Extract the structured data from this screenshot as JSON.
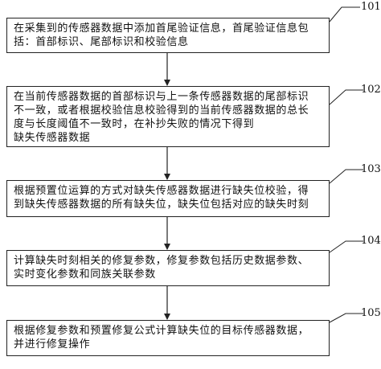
{
  "steps": [
    {
      "number": "101",
      "lines": [
        "在采集到的传感器数据中添加首尾验证信息，首尾验证信息包",
        "括：首部标识、尾部标识和校验信息"
      ]
    },
    {
      "number": "102",
      "lines": [
        "在当前传感器数据的首部标识与上一条传感器数据的尾部标识",
        "不一致，或者根据校验信息校验得到的当前传感器数据的总长",
        "度与长度阈值不一致时，在补抄失败的情况下得到",
        "缺失传感器数据"
      ]
    },
    {
      "number": "103",
      "lines": [
        "根据预置位运算的方式对缺失传感器数据进行缺失位校验，得",
        "到缺失传感器数据的所有缺失位，缺失位包括对应的缺失时刻"
      ]
    },
    {
      "number": "104",
      "lines": [
        "计算缺失时刻相关的修复参数，修复参数包括历史数据参数、",
        "实时变化参数和同族关联参数"
      ]
    },
    {
      "number": "105",
      "lines": [
        "根据修复参数和预置修复公式计算缺失位的目标传感器数据，",
        "并进行修复操作"
      ]
    }
  ],
  "colors": {
    "line": "#222222",
    "text": "#111111",
    "background": "#ffffff"
  }
}
